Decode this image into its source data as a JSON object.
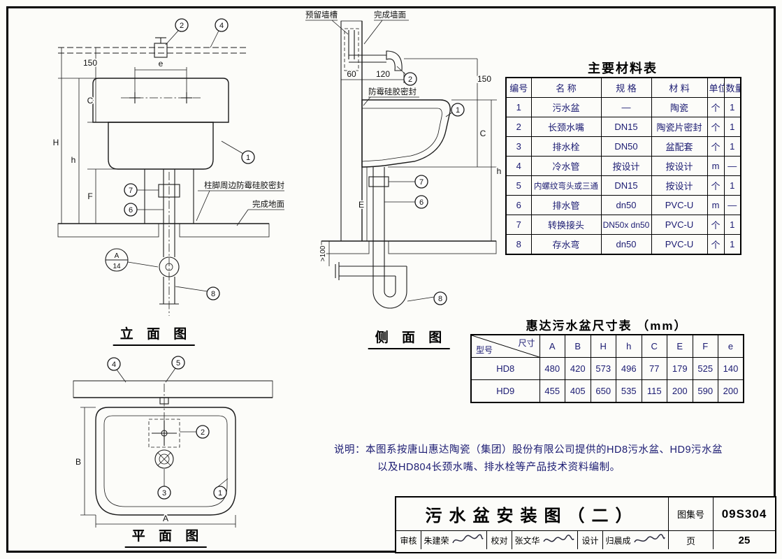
{
  "tables": {
    "materials": {
      "title": "主要材料表",
      "headers": [
        "编号",
        "名  称",
        "规  格",
        "材  料",
        "单位",
        "数量"
      ],
      "rows": [
        [
          "1",
          "污水盆",
          "—",
          "陶瓷",
          "个",
          "1"
        ],
        [
          "2",
          "长颈水嘴",
          "DN15",
          "陶瓷片密封",
          "个",
          "1"
        ],
        [
          "3",
          "排水栓",
          "DN50",
          "盆配套",
          "个",
          "1"
        ],
        [
          "4",
          "冷水管",
          "按设计",
          "按设计",
          "m",
          "—"
        ],
        [
          "5",
          "内螺纹弯头或三通",
          "DN15",
          "按设计",
          "个",
          "1"
        ],
        [
          "6",
          "排水管",
          "dn50",
          "PVC-U",
          "m",
          "—"
        ],
        [
          "7",
          "转换接头",
          "DN50x dn50",
          "PVC-U",
          "个",
          "1"
        ],
        [
          "8",
          "存水弯",
          "dn50",
          "PVC-U",
          "个",
          "1"
        ]
      ]
    },
    "dimensions": {
      "title": "惠达污水盆尺寸表 （mm）",
      "corner_top": "尺寸",
      "corner_bottom": "型号",
      "headers": [
        "A",
        "B",
        "H",
        "h",
        "C",
        "E",
        "F",
        "e"
      ],
      "rows": [
        {
          "model": "HD8",
          "v0": "480",
          "v1": "420",
          "v2": "573",
          "v3": "496",
          "v4": "77",
          "v5": "179",
          "v6": "525",
          "v7": "140"
        },
        {
          "model": "HD9",
          "v0": "455",
          "v1": "405",
          "v2": "650",
          "v3": "535",
          "v4": "115",
          "v5": "200",
          "v6": "590",
          "v7": "200"
        }
      ]
    }
  },
  "notes": {
    "line1": "说明：本图系按唐山惠达陶瓷（集团）股份有限公司提供的HD8污水盆、HD9污水盆",
    "line2": "以及HD804长颈水嘴、排水栓等产品技术资料编制。"
  },
  "titleblock": {
    "title": "污水盆安装图（二）",
    "atlas_label": "图集号",
    "atlas_number": "09S304",
    "page_label": "页",
    "page_number": "25",
    "reviewer_label": "审核",
    "reviewer_name": "朱建荣",
    "checker_label": "校对",
    "checker_name": "张文华",
    "designer_label": "设计",
    "designer_name": "归晨成"
  },
  "drawings": {
    "elevation": {
      "caption": "立 面 图",
      "dim_150": "150",
      "dim_C": "C",
      "dim_H": "H",
      "dim_h": "h",
      "dim_F": "F",
      "dim_e": "e",
      "callout_1": "1",
      "callout_2": "2",
      "callout_4": "4",
      "callout_6": "6",
      "callout_7": "7",
      "callout_8": "8",
      "detail_letter": "A",
      "detail_number": "14",
      "note_seal": "柱脚周边防霉硅胶密封",
      "note_floor": "完成地面"
    },
    "side": {
      "caption": "侧 面 图",
      "label_groove": "预留墙槽",
      "label_wall": "完成墙面",
      "label_seal": "防霉硅胶密封",
      "dim_60": "60",
      "dim_120": "120",
      "dim_150": "150",
      "dim_C": "C",
      "dim_h": "h",
      "dim_E": "E",
      "dim_100": ">100",
      "callout_1": "1",
      "callout_2": "2",
      "callout_6": "6",
      "callout_7": "7",
      "callout_8": "8"
    },
    "plan": {
      "caption": "平 面 图",
      "dim_A": "A",
      "dim_B": "B",
      "callout_1": "1",
      "callout_2": "2",
      "callout_3": "3",
      "callout_4": "4",
      "callout_5": "5"
    }
  }
}
